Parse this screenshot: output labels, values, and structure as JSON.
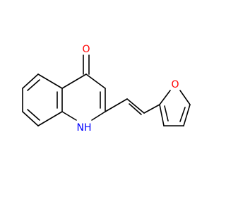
{
  "molecule": {
    "atom_labels": {
      "oxygen_ketone": "O",
      "nitrogen_h": "NH",
      "oxygen_furan": "O"
    },
    "colors": {
      "oxygen": "#ff0000",
      "nitrogen": "#0000ff",
      "bond": "#000000",
      "background": "#ffffff"
    }
  }
}
